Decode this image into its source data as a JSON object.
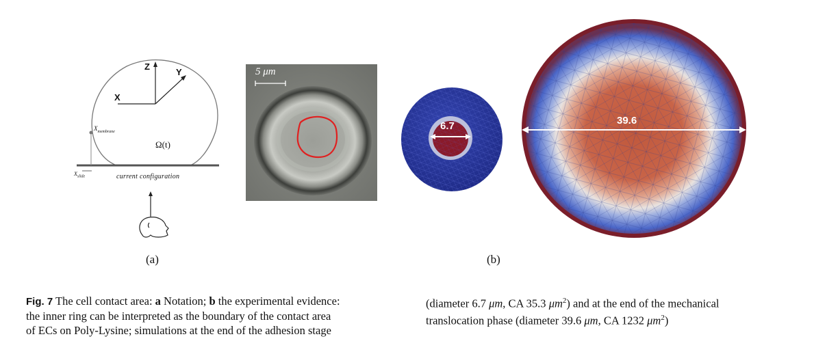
{
  "figure": {
    "panel_a": {
      "label": "(a)",
      "axis_z": "Z",
      "axis_y": "Y",
      "axis_x": "X",
      "x_membrane_label": "X",
      "x_membrane_sub": "membrane",
      "omega_label": "Ω(t)",
      "x_slide_label": "X",
      "x_slide_sub": "slide",
      "current_config": "current configuration"
    },
    "micrograph": {
      "scale_label": "5 μm"
    },
    "small_sphere": {
      "diameter_label": "6.7"
    },
    "large_sphere": {
      "diameter_label": "39.6"
    },
    "panel_b": {
      "label": "(b)"
    }
  },
  "caption": {
    "fig_label": "Fig. 7",
    "part1": "The cell contact area: ",
    "a_bold": "a",
    "a_text": " Notation; ",
    "b_bold": "b",
    "line1_end": " the experimental evidence:",
    "line2": "the inner ring can be interpreted as the boundary of the contact area",
    "line3": "of ECs on Poly-Lysine; simulations at the end of the adhesion stage",
    "line4_a": "(diameter 6.7 ",
    "unit_um": "μm",
    "line4_b": ", CA 35.3 ",
    "unit_um2": "μm",
    "sup2": "2",
    "line4_c": ") and at the end of the mechanical",
    "line5_a": "translocation phase (diameter 39.6 ",
    "line5_b": ", CA 1232 ",
    "line5_c": ")"
  },
  "colors": {
    "sphere_blue": "#2b3a9a",
    "sphere_red": "#8a1a2a",
    "sim_center": "#c0583c",
    "sim_white": "#e8e2df",
    "sim_ring_blue": "#4a66c8",
    "contact_red": "#e02020"
  }
}
